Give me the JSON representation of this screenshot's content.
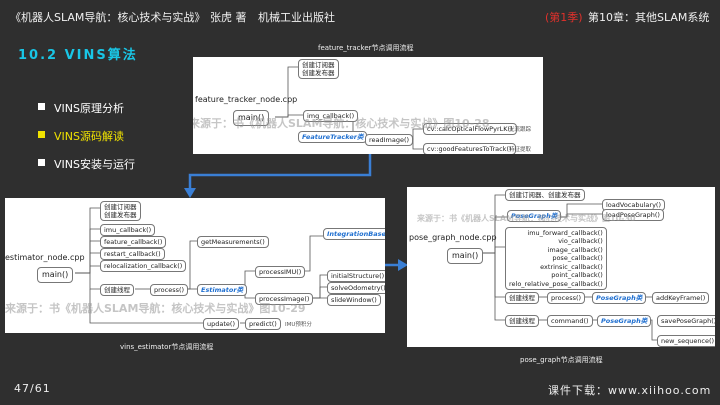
{
  "header": {
    "book": "《机器人SLAM导航：核心技术与实战》",
    "author": "张虎 著",
    "publisher": "机械工业出版社",
    "season": "(第1季)",
    "chapter": "第10章：其他SLAM系统"
  },
  "section_title": "10.2 VINS算法",
  "menu": [
    {
      "label": "VINS原理分析",
      "active": false
    },
    {
      "label": "VINS源码解读",
      "active": true
    },
    {
      "label": "VINS安装与运行",
      "active": false
    }
  ],
  "watermark": "来源于：书《机器人SLAM导航：核心技术与实战》图10-28",
  "watermark_est": "来源于：书《机器人SLAM导航：核心技术与实战》图10-29",
  "watermark_pg": "来源于：书《机器人SLAM导航：核心技术与实战》图10-30",
  "feature_tracker": {
    "caption": "feature_tracker节点调用流程",
    "node": "feature_tracker_node.cpp",
    "main": "main()",
    "create": [
      "创建订阅器",
      "创建发布器"
    ],
    "img_callback": "img_callback()",
    "class_name": "FeatureTracker类",
    "readimage": "readImage()",
    "calc": "cv::calcOpticalFlowPyrLK()",
    "calc_note": "光流跟踪",
    "good": "cv::goodFeaturesToTrack()",
    "good_note": "特征提取"
  },
  "estimator": {
    "caption": "vins_estimator节点调用流程",
    "node": "estimator_node.cpp",
    "main": "main()",
    "create": [
      "创建订阅器",
      "创建发布器"
    ],
    "callbacks": [
      "imu_callback()",
      "feature_callback()",
      "restart_callback()",
      "relocalization_callback()"
    ],
    "create_thread": "创建线程",
    "process": "process()",
    "getmeas": "getMeasurements()",
    "class_name": "Estimator类",
    "processimu": "processIMU()",
    "processimage": "processImage()",
    "integration": "IntegrationBase类",
    "initial": "initialStructure()",
    "solve": "solveOdometry()",
    "slide": "slideWindow()",
    "update": "update()",
    "predict": "predict()",
    "imu_note": "IMU预积分"
  },
  "pose_graph": {
    "caption": "pose_graph节点调用流程",
    "node": "pose_graph_node.cpp",
    "main": "main()",
    "create": [
      "创建订阅器、创建发布器"
    ],
    "class_name": "PoseGraph类",
    "loadvocab": "loadVocabulary()",
    "loadposegraph": "loadPoseGraph()",
    "callbacks": [
      "imu_forward_callback()",
      "vio_callback()",
      "image_callback()",
      "pose_callback()",
      "extrinsic_callback()",
      "point_callback()",
      "relo_relative_pose_callback()"
    ],
    "thread1": "创建线程",
    "process": "process()",
    "class_name2": "PoseGraph类",
    "addkeyframe": "addKeyFrame()",
    "thread2": "创建线程",
    "command": "command()",
    "class_name3": "PoseGraph类",
    "saveposegraph": "savePoseGraph()",
    "newseq": "new_sequence()"
  },
  "footer": {
    "page": "47/61",
    "download": "课件下载：www.xiihoo.com"
  }
}
